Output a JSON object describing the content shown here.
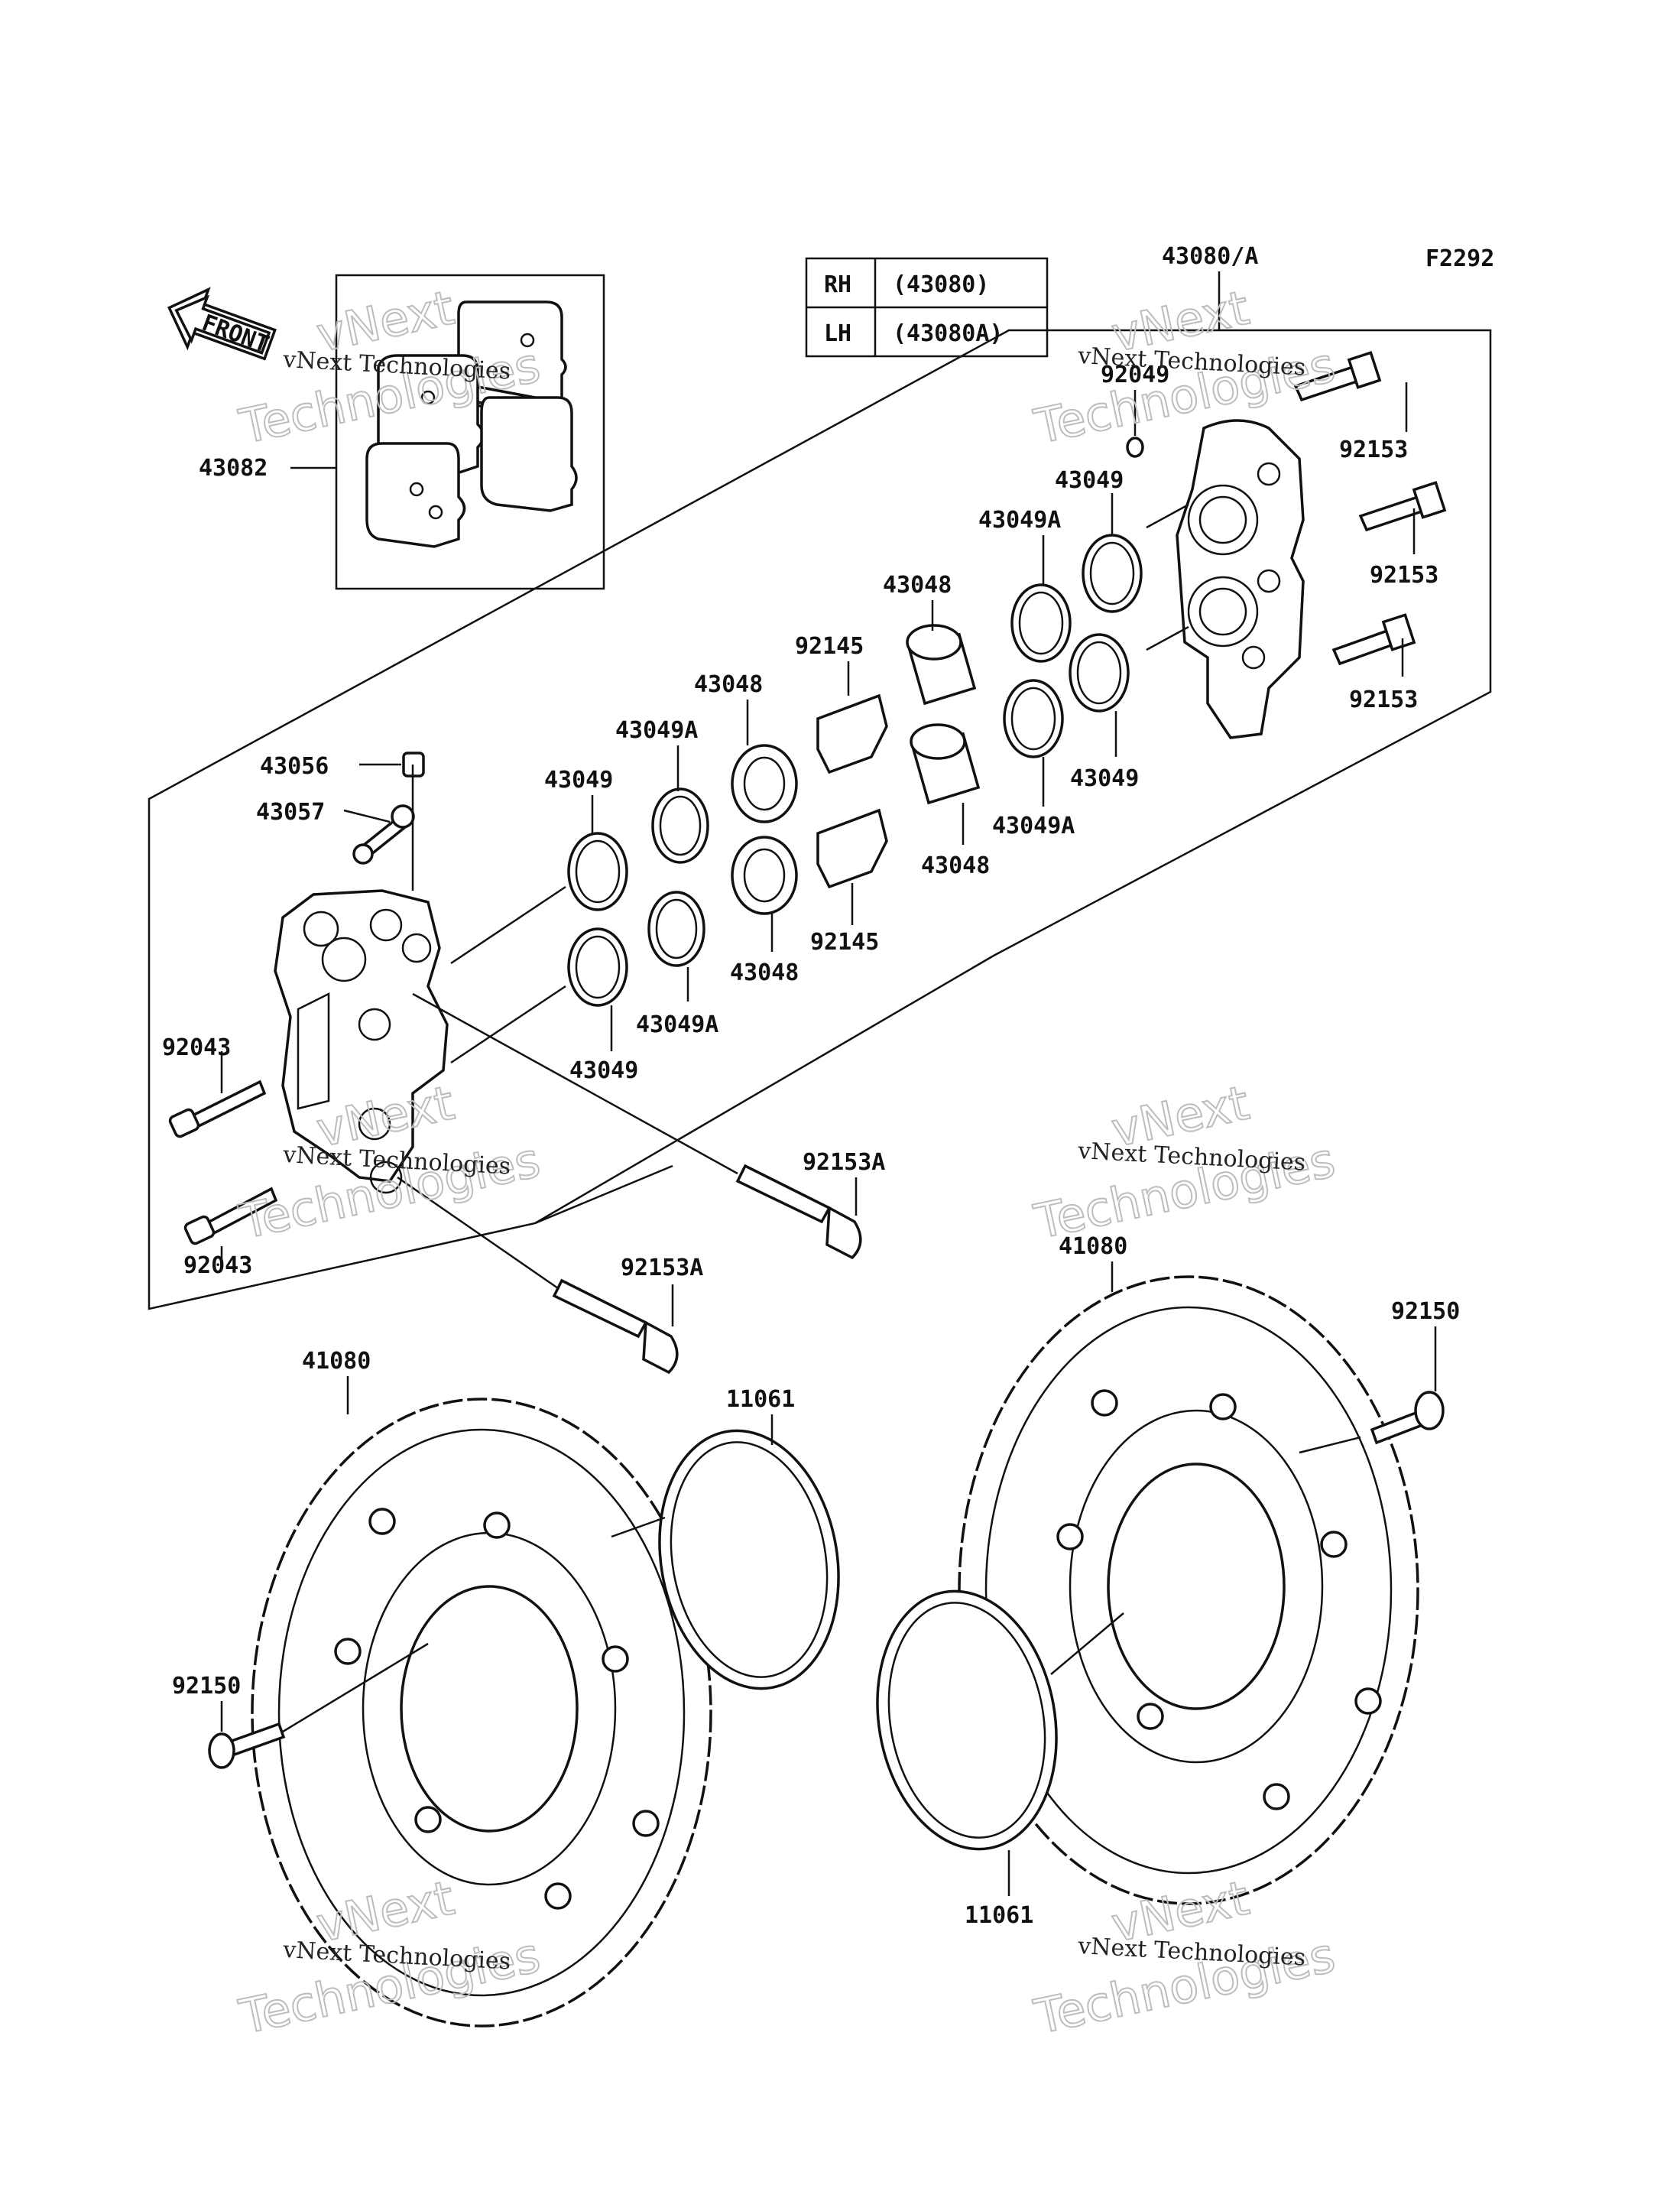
{
  "figure_code": "F2292",
  "assembly": "43080/A",
  "side_table": [
    {
      "side": "RH",
      "part": "(43080)"
    },
    {
      "side": "LH",
      "part": "(43080A)"
    }
  ],
  "front_label": "FRONT",
  "callouts": [
    "43082",
    "92049",
    "92153",
    "43049",
    "92153",
    "43049A",
    "43048",
    "92153",
    "92145",
    "43049",
    "43048",
    "43049A",
    "43056",
    "43049",
    "43057",
    "43049A",
    "43048",
    "92145",
    "43048",
    "43049A",
    "92043",
    "43049",
    "92153A",
    "92043",
    "92153A",
    "41080",
    "41080",
    "92150",
    "11061",
    "92150",
    "11061"
  ],
  "watermark": {
    "line1": "vNext Technologies",
    "line2": "Technologies",
    "line3": "vNext"
  }
}
